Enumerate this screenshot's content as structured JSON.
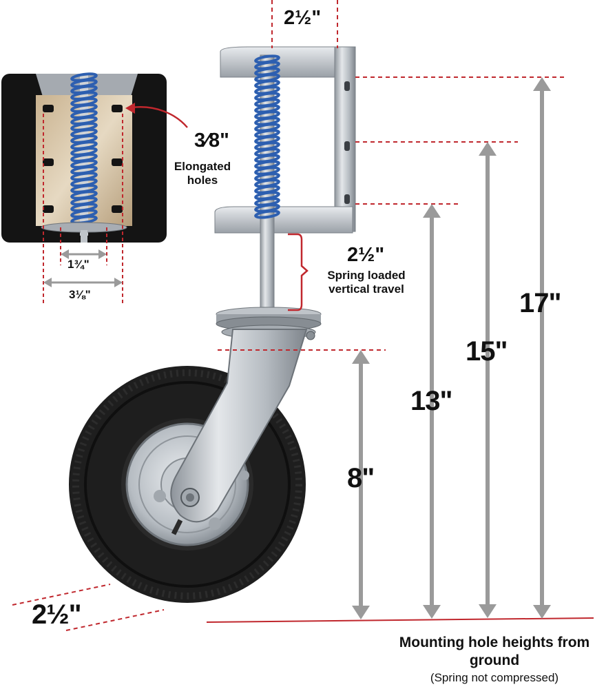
{
  "dimensions": {
    "top_width": "2½\"",
    "hole_size": "3⁄8\"",
    "hole_label": "Elongated holes",
    "hole_spacing": "1¾\"",
    "plate_width": "3⅛\"",
    "travel": "2½\"",
    "travel_label": "Spring loaded vertical travel",
    "tire_width": "2½\"",
    "height_8": "8\"",
    "height_13": "13\"",
    "height_15": "15\"",
    "height_17": "17\""
  },
  "caption": {
    "title": "Mounting hole heights from ground",
    "note": "(Spring not compressed)"
  },
  "colors": {
    "dash_red": "#c0272d",
    "arrow_gray": "#9a9a9a",
    "spring_blue": "#2d5fb0",
    "metal": "#b9bec4",
    "tire": "#1d1d1d"
  }
}
